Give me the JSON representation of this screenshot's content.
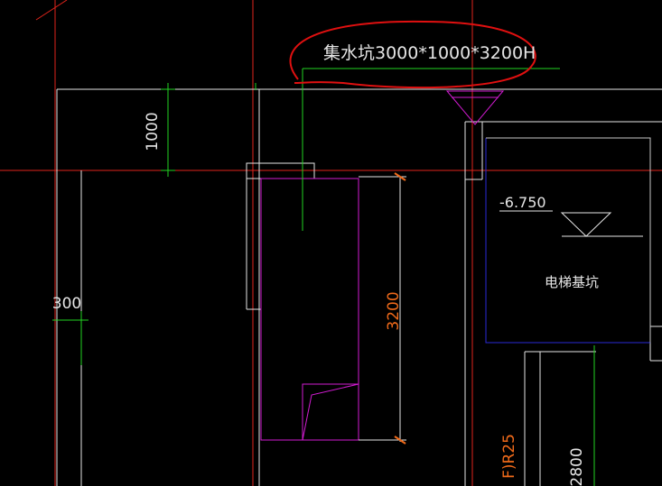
{
  "annotation": {
    "pit_label": "集水坑3000*1000*3200H"
  },
  "dimensions": {
    "d1000": "1000",
    "d3200": "3200",
    "d300": "300",
    "d2800": "2800",
    "radius": "F)R25"
  },
  "elevation": {
    "value": "-6.750"
  },
  "elevator_pit": {
    "label": "电梯基坑"
  },
  "colors": {
    "background": "#000000",
    "axis_red": "#e0241b",
    "wall_white": "#e6e6e6",
    "dim_green": "#22d322",
    "pit_magenta": "#d21bd2",
    "elevator_blue": "#2a2ad6",
    "elevator_grey": "#c8c8c8",
    "dim_orange": "#f06a1a",
    "cloud_red": "#e01010"
  }
}
